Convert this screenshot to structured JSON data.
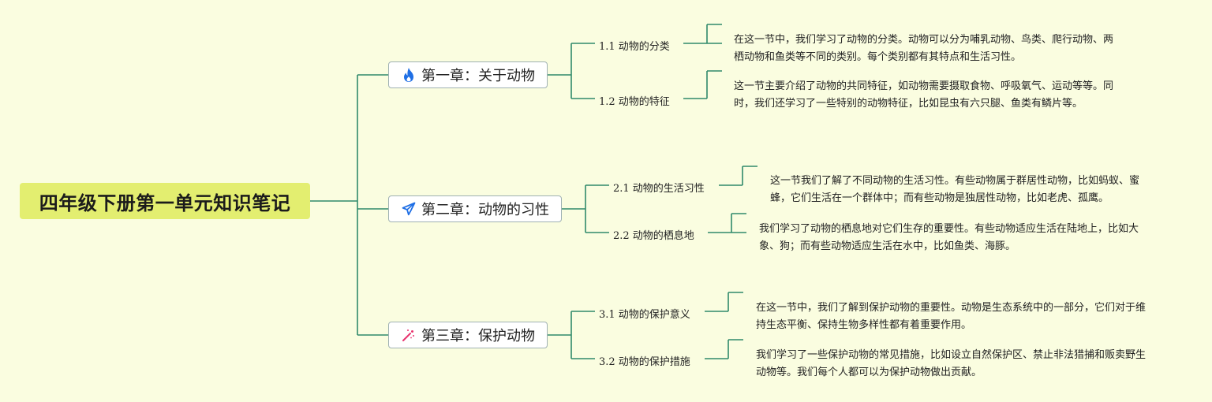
{
  "title": "四年级下册第一单元知识笔记",
  "colors": {
    "background": "#fafde0",
    "root_fill": "#e3ee70",
    "line": "#2f8a6b"
  },
  "chapters": [
    {
      "label": "第一章：关于动物",
      "icon": "flame-icon",
      "icon_color": "#1f6fe5",
      "sections": [
        {
          "label": "1.1 动物的分类",
          "note": "在这一节中，我们学习了动物的分类。动物可以分为哺乳动物、鸟类、爬行动物、两栖动物和鱼类等不同的类别。每个类别都有其特点和生活习性。"
        },
        {
          "label": "1.2 动物的特征",
          "note": "这一节主要介绍了动物的共同特征，如动物需要摄取食物、呼吸氧气、运动等等。同时，我们还学习了一些特别的动物特征，比如昆虫有六只腿、鱼类有鳞片等。"
        }
      ]
    },
    {
      "label": "第二章：动物的习性",
      "icon": "paper-plane-icon",
      "icon_color": "#1f6fe5",
      "sections": [
        {
          "label": "2.1 动物的生活习性",
          "note": "这一节我们了解了不同动物的生活习性。有些动物属于群居性动物，比如蚂蚁、蜜蜂，它们生活在一个群体中；而有些动物是独居性动物，比如老虎、孤鹰。"
        },
        {
          "label": "2.2 动物的栖息地",
          "note": "我们学习了动物的栖息地对它们生存的重要性。有些动物适应生活在陆地上，比如大象、狗；而有些动物适应生活在水中，比如鱼类、海豚。"
        }
      ]
    },
    {
      "label": "第三章：保护动物",
      "icon": "magic-wand-icon",
      "icon_color": "#e8336e",
      "sections": [
        {
          "label": "3.1 动物的保护意义",
          "note": "在这一节中，我们了解到保护动物的重要性。动物是生态系统中的一部分，它们对于维持生态平衡、保持生物多样性都有着重要作用。"
        },
        {
          "label": "3.2 动物的保护措施",
          "note": "我们学习了一些保护动物的常见措施，比如设立自然保护区、禁止非法猎捕和贩卖野生动物等。我们每个人都可以为保护动物做出贡献。"
        }
      ]
    }
  ]
}
